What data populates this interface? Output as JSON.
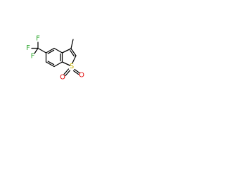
{
  "molecule": {
    "atoms": {
      "sulfur": "S",
      "oxygen_1": "O",
      "oxygen_2": "O",
      "fluorine_1": "F",
      "fluorine_2": "F",
      "fluorine_3": "F"
    },
    "colors": {
      "bond": "#000000",
      "sulfur": "#c8b400",
      "oxygen": "#e00000",
      "fluorine": "#33aa33"
    }
  }
}
